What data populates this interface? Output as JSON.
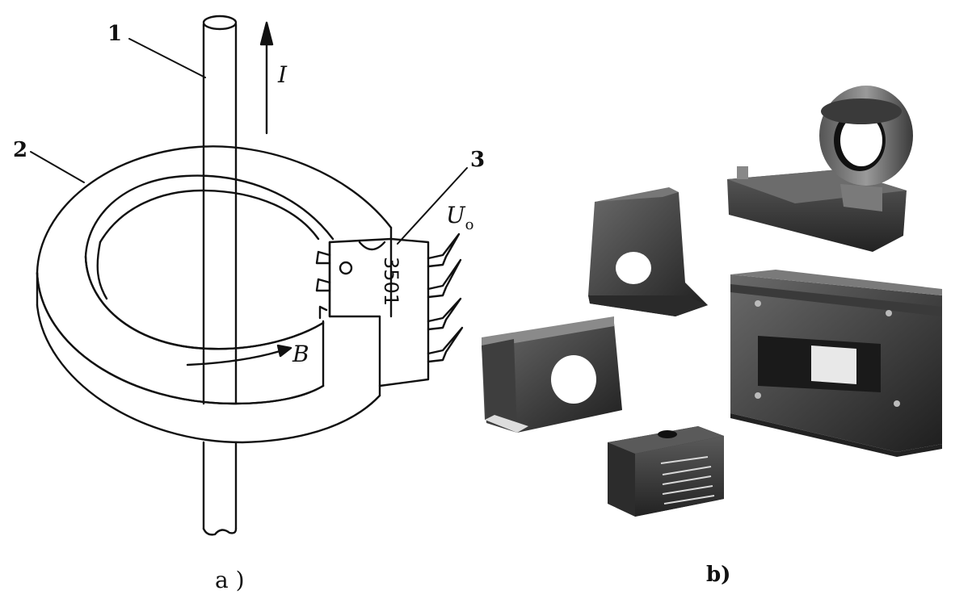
{
  "panel_a": {
    "labels": {
      "rod": "1",
      "core": "2",
      "sensor": "3",
      "current": "I",
      "field": "B",
      "output_main": "U",
      "output_sub": "o",
      "chip_text": "3501"
    },
    "caption": "a )"
  },
  "panel_b": {
    "caption": "b)"
  }
}
